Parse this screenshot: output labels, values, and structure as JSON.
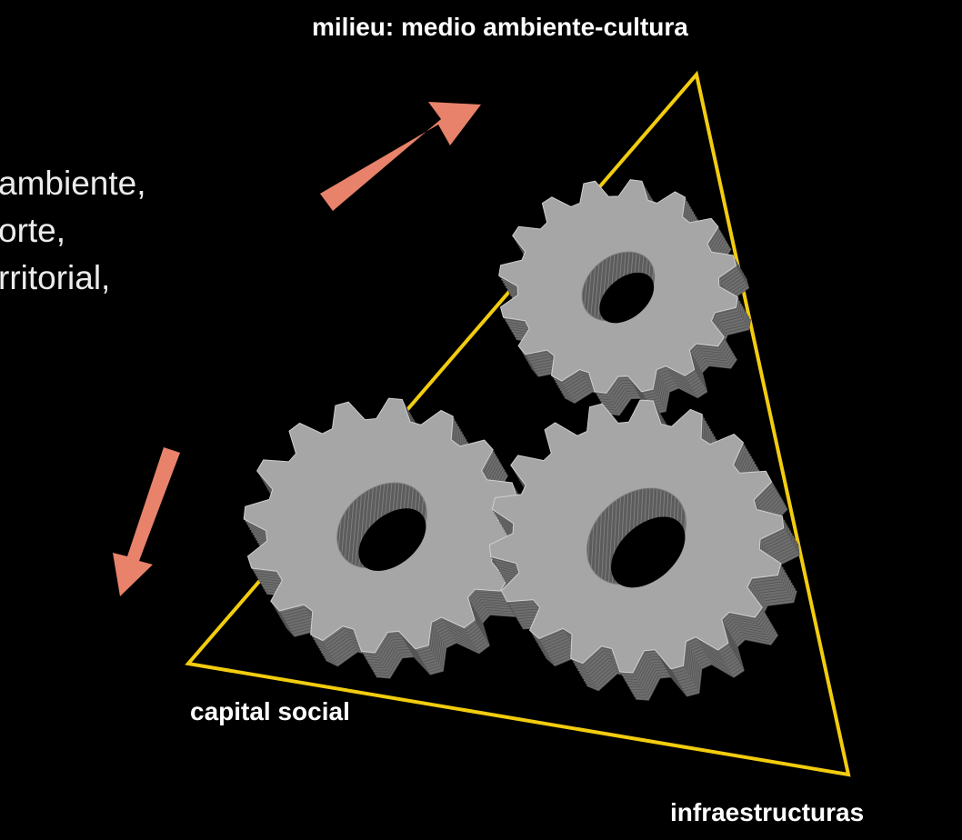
{
  "labels": {
    "top": "milieu: medio ambiente-cultura",
    "left": "capital social",
    "bottom": "infraestructuras"
  },
  "body_text": {
    "line1": "ambiente,",
    "line2": "orte,",
    "line3": "rritorial,"
  },
  "colors": {
    "background": "#000000",
    "triangle": "#f2cc0f",
    "arrow": "#e8826a",
    "gear_face": "#a6a6a6",
    "gear_side": "#6e6e6e",
    "gear_hole": "#000000"
  },
  "icons": [
    "gear-icon",
    "gear-icon",
    "gear-icon",
    "arrow-up-right-icon",
    "arrow-down-left-icon"
  ]
}
